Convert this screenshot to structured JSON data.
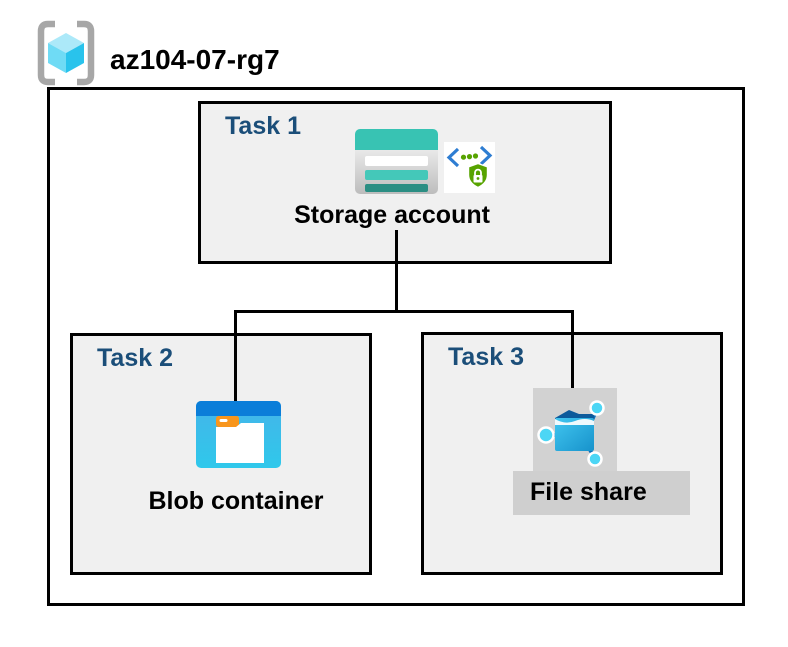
{
  "header": {
    "title": "az104-07-rg7",
    "icon": "resource-group-icon"
  },
  "diagram": {
    "tasks": [
      {
        "label": "Task 1",
        "resource": "Storage account",
        "icons": [
          "storage-account-icon",
          "secure-endpoint-icon"
        ]
      },
      {
        "label": "Task 2",
        "resource": "Blob container",
        "icons": [
          "blob-container-icon"
        ]
      },
      {
        "label": "Task 3",
        "resource": "File share",
        "icons": [
          "file-share-icon"
        ]
      }
    ],
    "connections": [
      {
        "from": "Storage account",
        "to": "Blob container"
      },
      {
        "from": "Storage account",
        "to": "File share"
      }
    ]
  },
  "colors": {
    "task_label_navy": "#1b4e79",
    "panel_fill": "#f0f0f0",
    "panel_border": "#000000",
    "connector": "#000000",
    "storage_teal": "#38c3b3",
    "storage_teal_mid": "#44c8b9",
    "storage_teal_dark": "#2b8e83",
    "blob_header_blue": "#0b7ed9",
    "blob_body_blue": "#35bfe9",
    "folder_tab_orange": "#f8961d",
    "file_share_folder_blue": "#1792cb",
    "file_share_flap_navy": "#0d5a9b",
    "node_cyan": "#4cd6f5",
    "shield_green": "#57a300",
    "code_bracket_blue": "#2e7dd2",
    "rg_bracket_gray": "#a7a7a7",
    "rg_cube_cyan": "#54cff0",
    "icon_bg_gray": "#d2d2d2",
    "label_bg_gray": "#cfcfcf"
  }
}
